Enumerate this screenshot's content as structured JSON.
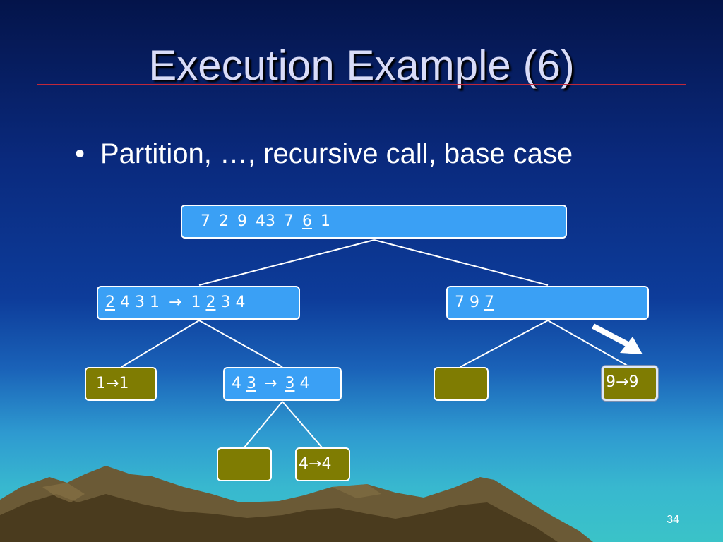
{
  "slide": {
    "title": "Execution Example (6)",
    "bullet": "Partition, …, recursive call, base case",
    "page_number": "34"
  },
  "tree": {
    "root": {
      "tokens": [
        "7",
        "2",
        "9",
        "4",
        "3",
        "7",
        "6",
        "1"
      ],
      "pivot_index": 6
    },
    "left": {
      "input": [
        "2",
        "4",
        "3",
        "1"
      ],
      "arrow": "→",
      "output": [
        "1",
        "2",
        "3",
        "4"
      ]
    },
    "right": {
      "tokens": [
        "7",
        "9",
        "7"
      ]
    },
    "left_left": {
      "input": "1",
      "arrow": "→",
      "output": "1"
    },
    "left_right": {
      "input": [
        "4",
        "3"
      ],
      "arrow": "→",
      "output": [
        "3",
        "4"
      ]
    },
    "right_left": {
      "text": ""
    },
    "right_right": {
      "input": "9",
      "arrow": "→",
      "output": "9"
    },
    "lr_left": {
      "text": ""
    },
    "lr_right": {
      "input": "4",
      "arrow": "→",
      "output": "4"
    }
  },
  "colors": {
    "node_fill": "#3aa0f5",
    "leaf_fill": "#7f7c02",
    "node_border": "#ffffff",
    "title_rule": "#c0283a",
    "arrow": "#ffffff"
  }
}
